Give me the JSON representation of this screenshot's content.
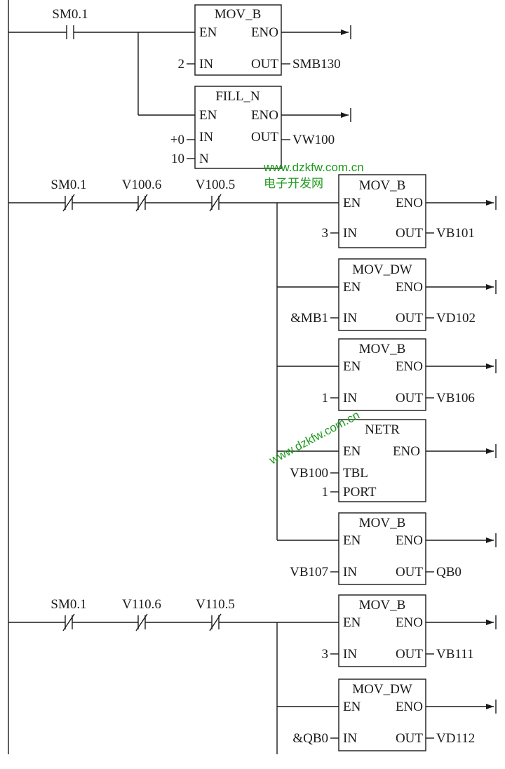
{
  "rungs": [
    {
      "contacts": [
        {
          "label": "SM0.1",
          "type": "NO"
        }
      ],
      "blocks": [
        {
          "name": "MOV_B",
          "outputs_label": "ENO",
          "pins": [
            {
              "pin": "IN",
              "in": "2",
              "out": "SMB130"
            }
          ]
        },
        {
          "name": "FILL_N",
          "outputs_label": "ENO",
          "pins": [
            {
              "pin": "IN",
              "in": "+0",
              "out": "VW100"
            },
            {
              "pin": "N",
              "in": "10",
              "out": ""
            }
          ]
        }
      ]
    },
    {
      "contacts": [
        {
          "label": "SM0.1",
          "type": "NC"
        },
        {
          "label": "V100.6",
          "type": "NC"
        },
        {
          "label": "V100.5",
          "type": "NC"
        }
      ],
      "blocks": [
        {
          "name": "MOV_B",
          "pins": [
            {
              "pin": "IN",
              "in": "3",
              "out": "VB101"
            }
          ]
        },
        {
          "name": "MOV_DW",
          "pins": [
            {
              "pin": "IN",
              "in": "&MB1",
              "out": "VD102"
            }
          ]
        },
        {
          "name": "MOV_B",
          "pins": [
            {
              "pin": "IN",
              "in": "1",
              "out": "VB106"
            }
          ]
        },
        {
          "name": "NETR",
          "pins": [
            {
              "pin": "TBL",
              "in": "VB100",
              "out": ""
            },
            {
              "pin": "PORT",
              "in": "1",
              "out": ""
            }
          ]
        },
        {
          "name": "MOV_B",
          "pins": [
            {
              "pin": "IN",
              "in": "VB107",
              "out": "QB0"
            }
          ]
        }
      ]
    },
    {
      "contacts": [
        {
          "label": "SM0.1",
          "type": "NC"
        },
        {
          "label": "V110.6",
          "type": "NC"
        },
        {
          "label": "V110.5",
          "type": "NC"
        }
      ],
      "blocks": [
        {
          "name": "MOV_B",
          "pins": [
            {
              "pin": "IN",
              "in": "3",
              "out": "VB111"
            }
          ]
        },
        {
          "name": "MOV_DW",
          "pins": [
            {
              "pin": "IN",
              "in": "&QB0",
              "out": "VD112"
            }
          ]
        }
      ]
    }
  ],
  "pin_labels": {
    "en": "EN",
    "eno": "ENO",
    "out": "OUT"
  },
  "watermark": {
    "url": "www.dzkfw.com.cn",
    "name": "电子开发网",
    "url_diagonal": "www.dzkfw.com.cn"
  }
}
